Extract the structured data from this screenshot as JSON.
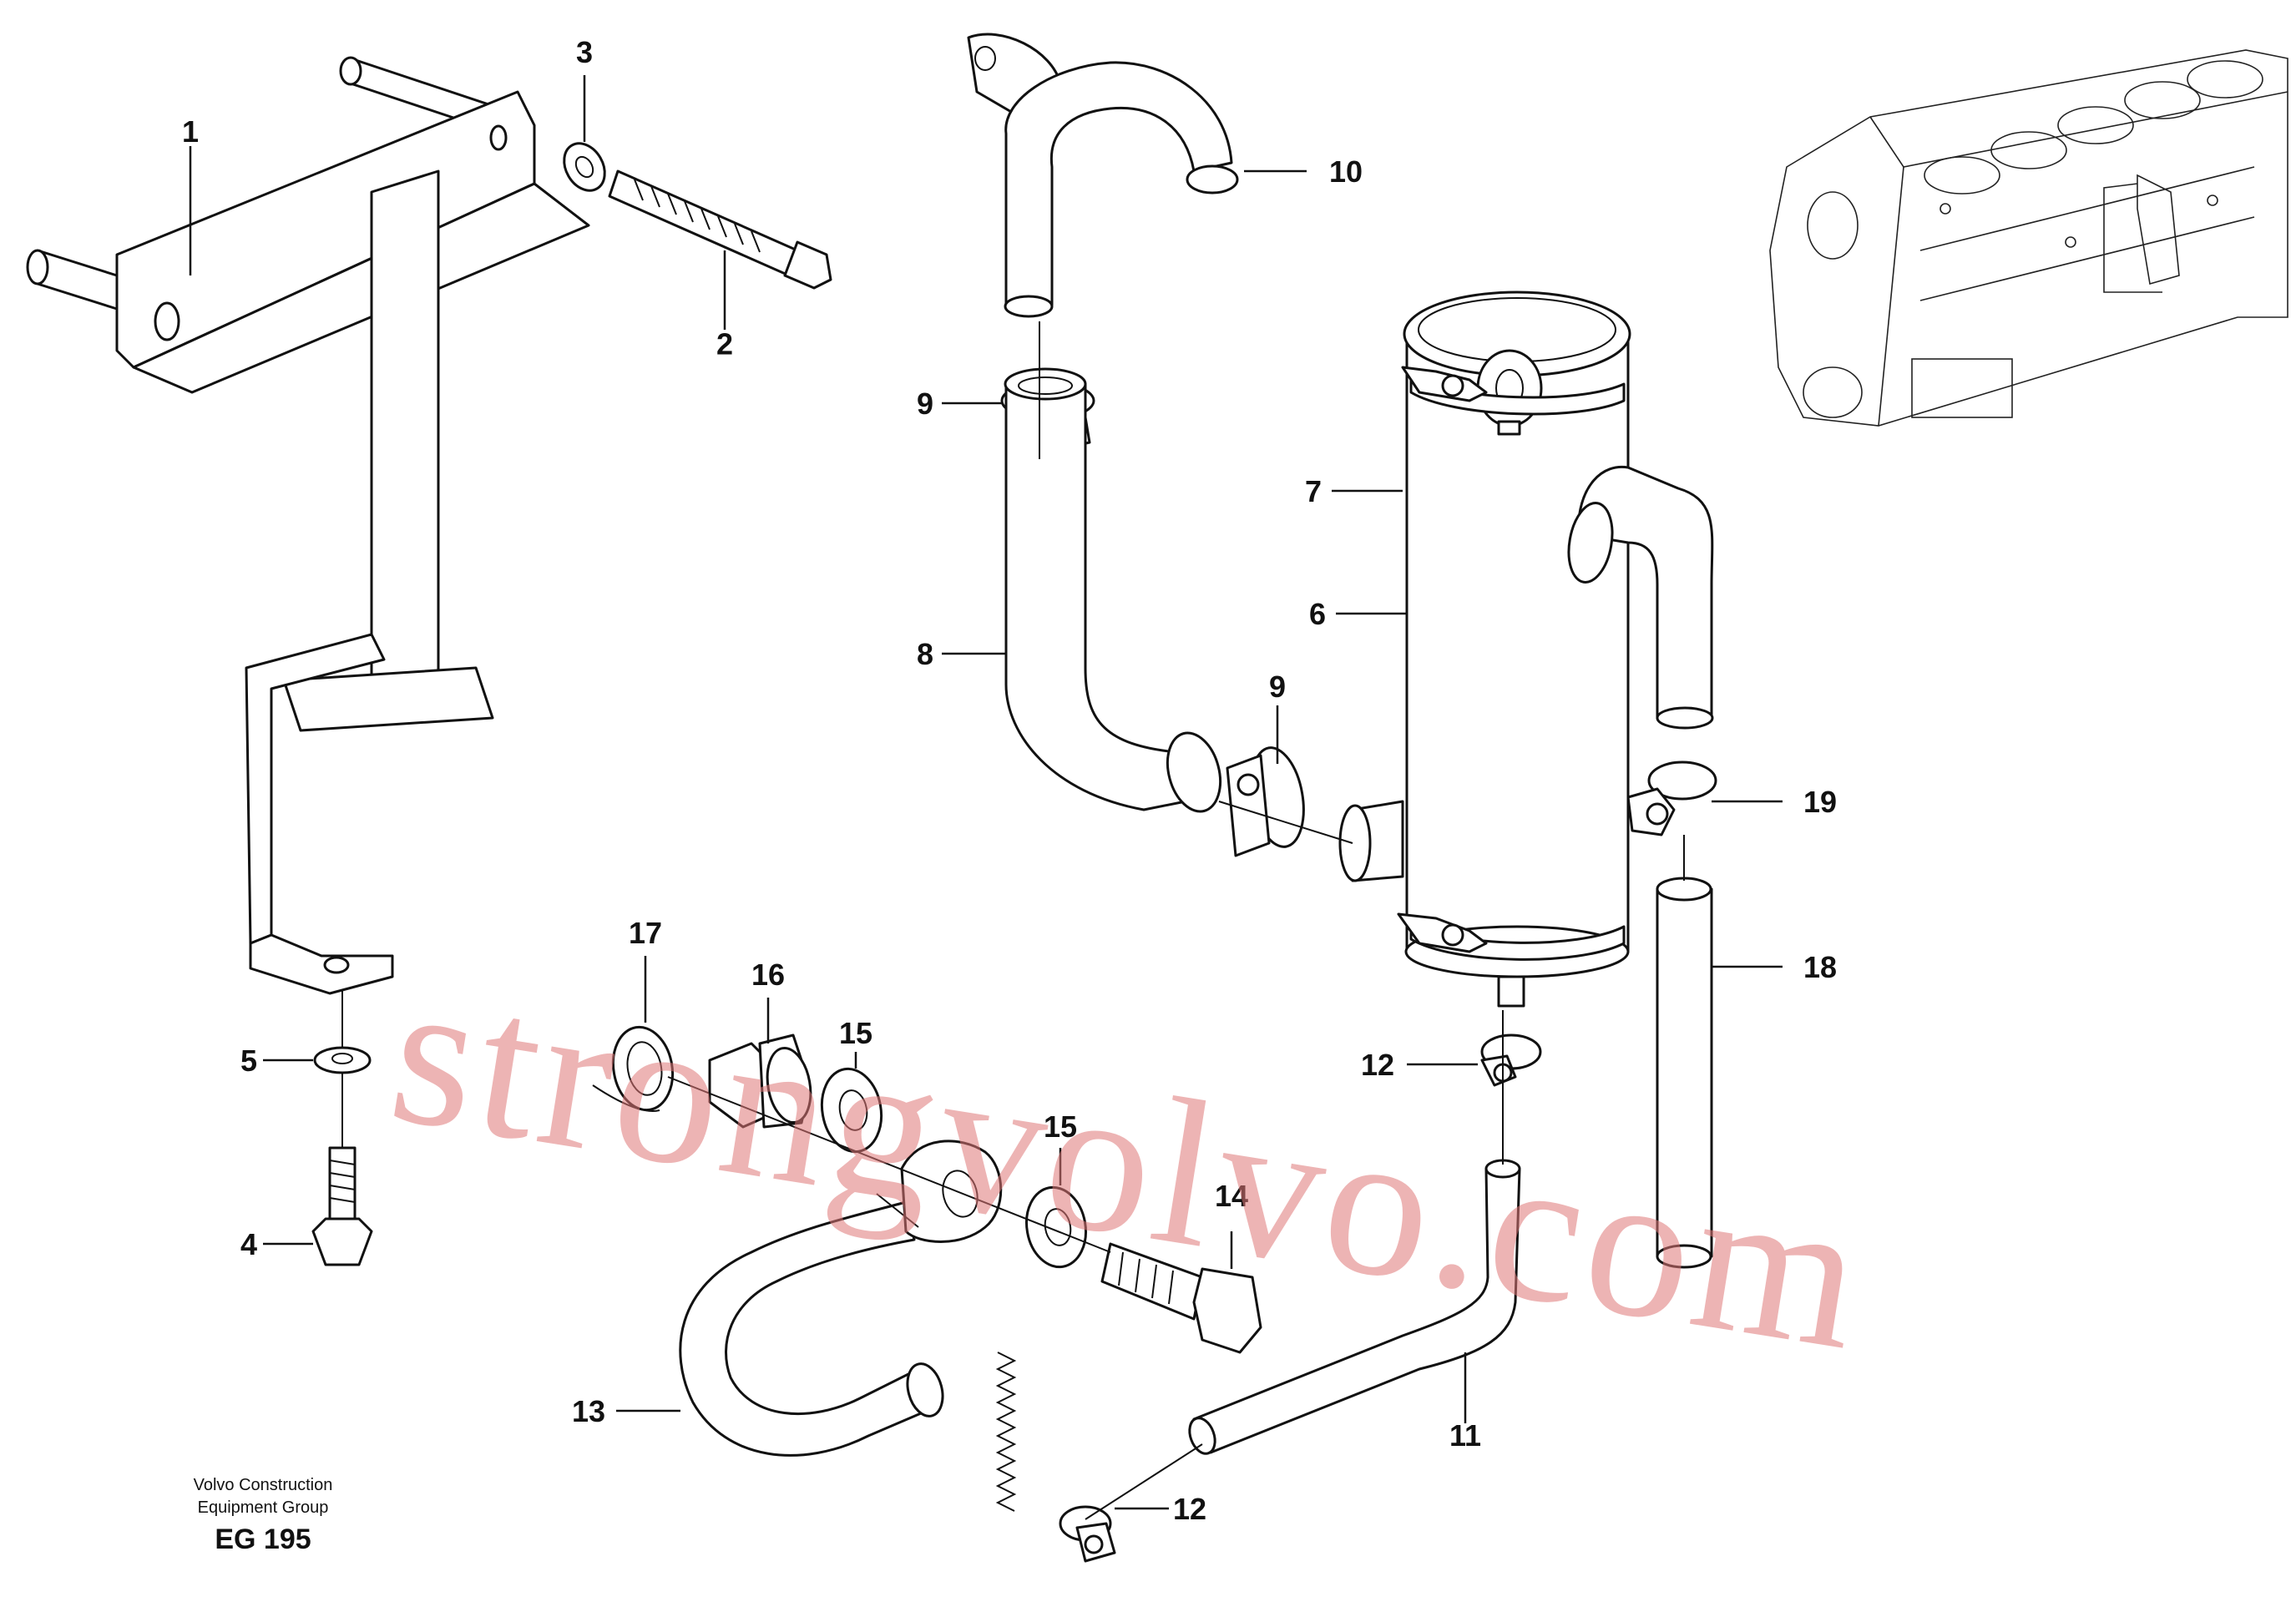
{
  "callouts": [
    {
      "id": "c1",
      "text": "1"
    },
    {
      "id": "c2",
      "text": "2"
    },
    {
      "id": "c3",
      "text": "3"
    },
    {
      "id": "c4",
      "text": "4"
    },
    {
      "id": "c5",
      "text": "5"
    },
    {
      "id": "c6",
      "text": "6"
    },
    {
      "id": "c7",
      "text": "7"
    },
    {
      "id": "c8",
      "text": "8"
    },
    {
      "id": "c9a",
      "text": "9"
    },
    {
      "id": "c9b",
      "text": "9"
    },
    {
      "id": "c10",
      "text": "10"
    },
    {
      "id": "c11",
      "text": "11"
    },
    {
      "id": "c12a",
      "text": "12"
    },
    {
      "id": "c12b",
      "text": "12"
    },
    {
      "id": "c13",
      "text": "13"
    },
    {
      "id": "c14",
      "text": "14"
    },
    {
      "id": "c15a",
      "text": "15"
    },
    {
      "id": "c15b",
      "text": "15"
    },
    {
      "id": "c16",
      "text": "16"
    },
    {
      "id": "c17",
      "text": "17"
    },
    {
      "id": "c18",
      "text": "18"
    },
    {
      "id": "c19",
      "text": "19"
    }
  ],
  "footer": {
    "line1": "Volvo Construction",
    "line2": "Equipment Group",
    "code": "EG 195"
  },
  "watermark": "strongvolvo.com"
}
